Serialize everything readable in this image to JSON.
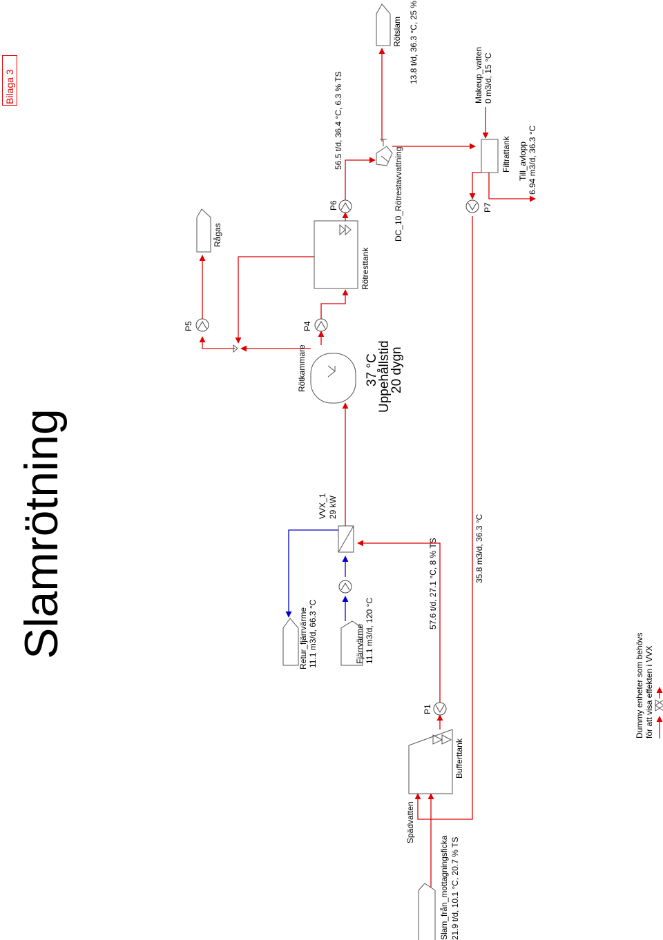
{
  "title": "Slamrötning",
  "badge": "Bilaga 3",
  "units": {
    "rotkammare": "Rötkammare",
    "temp": "37 °C",
    "uppehallstid": "Uppehållstid",
    "dygn": "20 dygn",
    "vvx": "VVX_1",
    "vvx_power": "29 kW",
    "rotresttank": "Rötresttank",
    "dewatering": "DC_10_Rötrestavvattning",
    "filtrattank": "Filtrattank",
    "bufferttank": "Bufferttank"
  },
  "pumps": {
    "p1": "P1",
    "p4": "P4",
    "p5": "P5",
    "p6": "P6",
    "p7": "P7"
  },
  "streams": {
    "ragas": "Rågas",
    "rotslam": "Rötslam",
    "rotslam_data": "13.8 t/d, 36.3 °C, 25 % TS",
    "p6_data": "56.5 t/d, 36.4 °C, 6.3 % TS",
    "makeup": "Makeup_vatten",
    "makeup_data": "0 m3/d, 15 °C",
    "till_avlopp": "Till_avlopp",
    "till_avlopp_data": "6.94 m3/d, 36.3 °C",
    "retur": "Retur_fjärrvärme",
    "retur_data": "11.1 m3/d, 66.3 °C",
    "fjarrvarme": "Fjärrvärme",
    "fjarrvarme_data": "11.1 m3/d, 120 °C",
    "p1_data": "57.6 t/d, 27.1 °C, 8 % TS",
    "recycle_data": "35.8 m3/d, 36.3 °C",
    "spadvatten": "Spädvatten",
    "slam_in": "Slam_från_mottagningsficka",
    "slam_in_data": "21.9 t/d, 10.1 °C, 20.7 % TS"
  },
  "note": {
    "line1": "Dummy enheter som behövs",
    "line2": "för att visa effekten i VVX"
  },
  "colors": {
    "process": "#e00000",
    "heating": "#0000cc",
    "outline": "#555555"
  }
}
